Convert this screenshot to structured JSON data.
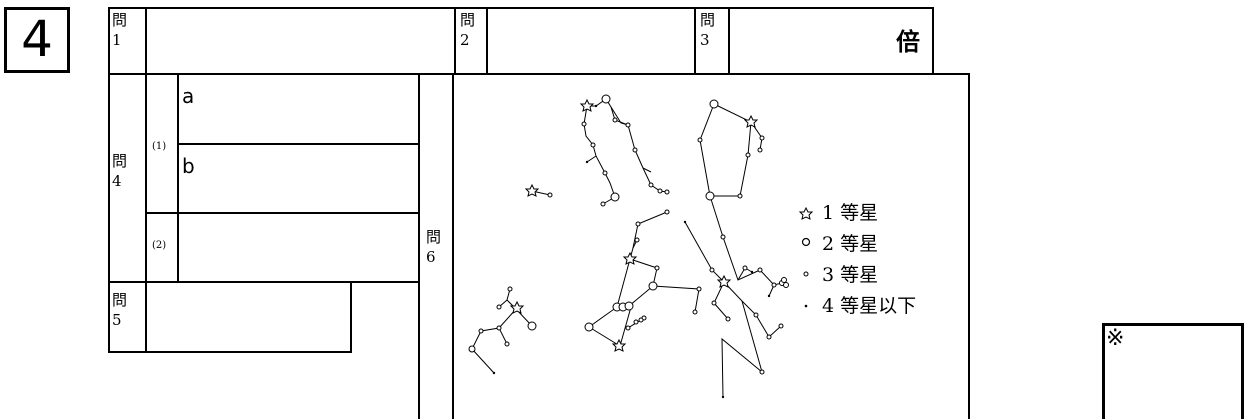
{
  "question_number": "4",
  "q1": {
    "label_top": "問",
    "label_num": "1"
  },
  "q2": {
    "label_top": "問",
    "label_num": "2"
  },
  "q3": {
    "label_top": "問",
    "label_num": "3",
    "unit": "倍"
  },
  "q4": {
    "label_top": "問",
    "label_num": "4",
    "sub1": "(1)",
    "sub2": "(2)",
    "a": "a",
    "b": "b"
  },
  "q5": {
    "label_top": "問",
    "label_num": "5"
  },
  "q6": {
    "label_top": "問",
    "label_num": "6"
  },
  "legend": {
    "mag1": "1 等星",
    "mag2": "2 等星",
    "mag3": "3 等星",
    "mag4": "4 等星以下"
  },
  "note_mark": "※"
}
